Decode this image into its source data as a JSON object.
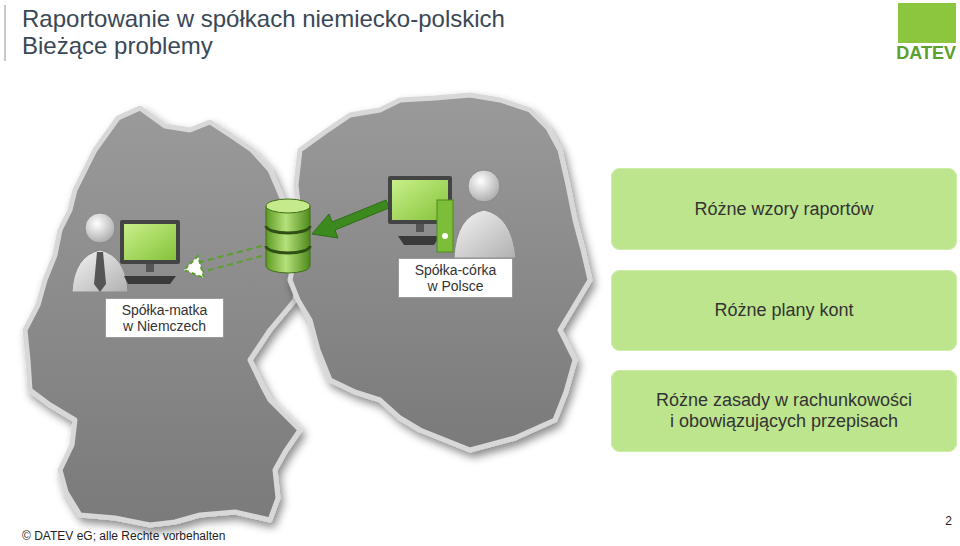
{
  "diagram": {
    "title": "Raportowanie w spółkach niemiecko-polskich Bieżące problemy",
    "nodes": [
      {
        "text": [
          "Spółka-matka w Niemczech"
        ]
      },
      {
        "text": [
          "Spółka-córka w Polsce"
        ]
      },
      {
        "text": [
          "Różne wzory raportów"
        ]
      },
      {
        "text": [
          "Różne plany kont"
        ]
      },
      {
        "text": [
          "Różne zasady w rachunkowości i obowiązujących przepisach"
        ]
      }
    ],
    "labels": [
      "DATEV",
      "© DATEV eG; alle Rechte vorbehalten",
      "2"
    ]
  }
}
